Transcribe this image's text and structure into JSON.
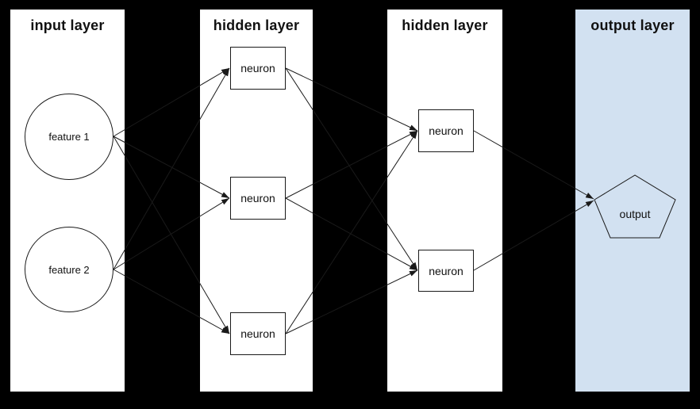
{
  "diagram": {
    "type": "neural-network-diagram",
    "background_color": "#000000",
    "edge_color": "#1a1a1a",
    "layers": [
      {
        "id": "input",
        "title": "input layer",
        "panel_color": "#ffffff",
        "nodes": [
          {
            "id": "input-1",
            "label": "feature 1",
            "shape": "circle"
          },
          {
            "id": "input-2",
            "label": "feature 2",
            "shape": "circle"
          }
        ]
      },
      {
        "id": "hidden1",
        "title": "hidden layer",
        "panel_color": "#ffffff",
        "nodes": [
          {
            "id": "h1-1",
            "label": "neuron",
            "shape": "rectangle"
          },
          {
            "id": "h1-2",
            "label": "neuron",
            "shape": "rectangle"
          },
          {
            "id": "h1-3",
            "label": "neuron",
            "shape": "rectangle"
          }
        ]
      },
      {
        "id": "hidden2",
        "title": "hidden layer",
        "panel_color": "#ffffff",
        "nodes": [
          {
            "id": "h2-1",
            "label": "neuron",
            "shape": "rectangle"
          },
          {
            "id": "h2-2",
            "label": "neuron",
            "shape": "rectangle"
          }
        ]
      },
      {
        "id": "output",
        "title": "output layer",
        "panel_color": "#d2e1f1",
        "nodes": [
          {
            "id": "out-1",
            "label": "output",
            "shape": "pentagon"
          }
        ]
      }
    ],
    "edges": [
      {
        "from": "input-1",
        "to": "h1-1"
      },
      {
        "from": "input-1",
        "to": "h1-2"
      },
      {
        "from": "input-1",
        "to": "h1-3"
      },
      {
        "from": "input-2",
        "to": "h1-1"
      },
      {
        "from": "input-2",
        "to": "h1-2"
      },
      {
        "from": "input-2",
        "to": "h1-3"
      },
      {
        "from": "h1-1",
        "to": "h2-1"
      },
      {
        "from": "h1-1",
        "to": "h2-2"
      },
      {
        "from": "h1-2",
        "to": "h2-1"
      },
      {
        "from": "h1-2",
        "to": "h2-2"
      },
      {
        "from": "h1-3",
        "to": "h2-1"
      },
      {
        "from": "h1-3",
        "to": "h2-2"
      },
      {
        "from": "h2-1",
        "to": "out-1"
      },
      {
        "from": "h2-2",
        "to": "out-1"
      }
    ]
  }
}
